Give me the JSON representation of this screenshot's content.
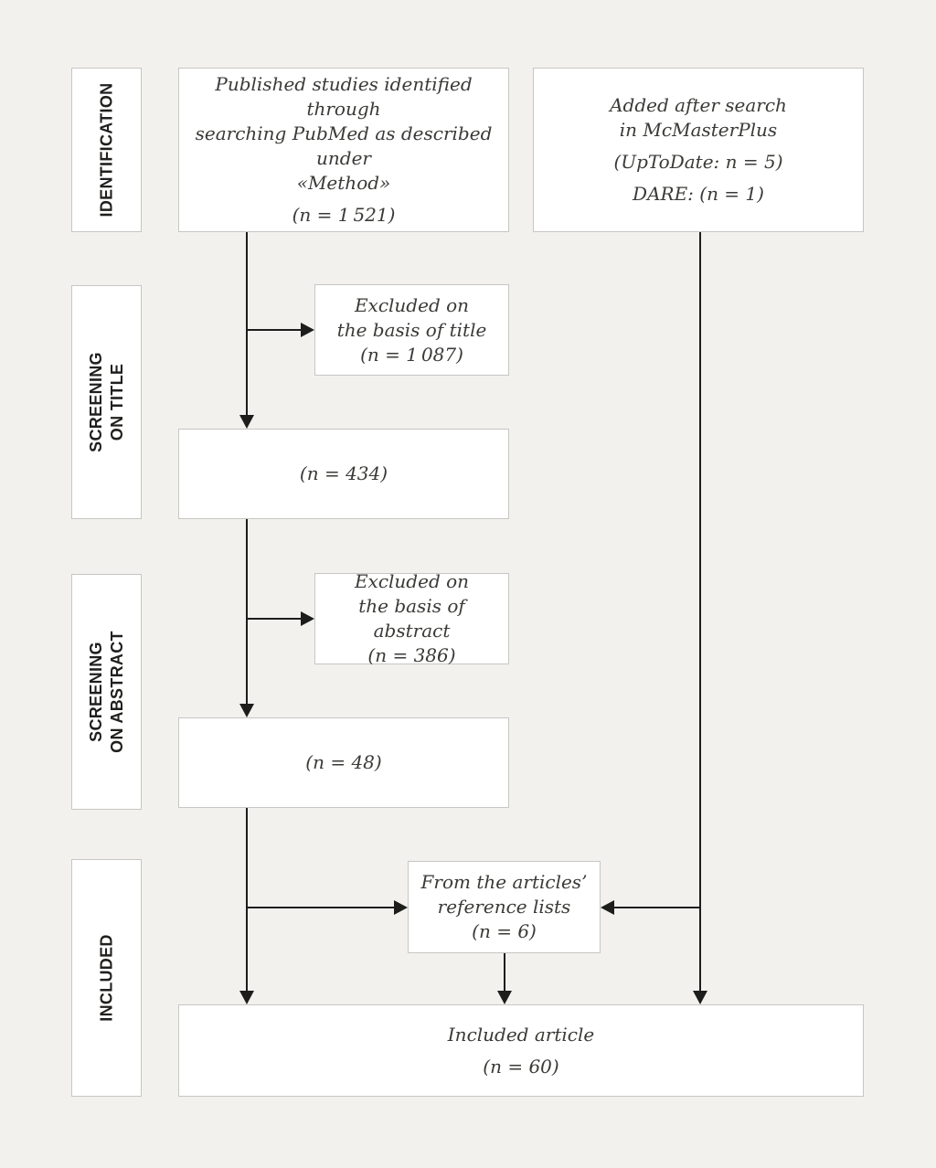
{
  "colors": {
    "background": "#f2f1ee",
    "box_fill": "#ffffff",
    "box_border": "#c7c6c3",
    "line": "#1d1d1b",
    "text": "#3b3a37",
    "stage_text": "#201f1d"
  },
  "stages": [
    {
      "label": "IDENTIFICATION"
    },
    {
      "label": "SCREENING\nON TITLE"
    },
    {
      "label": "SCREENING\nON ABSTRACT"
    },
    {
      "label": "INCLUDED"
    }
  ],
  "boxes": {
    "pubmed": {
      "text": "Published studies identified through\nsearching PubMed as described under\n«Method»",
      "count": "(n = 1 521)"
    },
    "mcmaster": {
      "text": "Added after search\nin McMasterPlus",
      "uptodate": "(UpToDate: n = 5)",
      "dare": "DARE: (n = 1)"
    },
    "excluded_title": {
      "text": "Excluded on\nthe basis of title",
      "count": "(n = 1 087)"
    },
    "after_title": {
      "count": "(n = 434)"
    },
    "excluded_abstract": {
      "text": "Excluded on\nthe basis of abstract",
      "count": "(n = 386)"
    },
    "after_abstract": {
      "count": "(n = 48)"
    },
    "references": {
      "text": "From the articles’\nreference lists",
      "count": "(n = 6)"
    },
    "included": {
      "title": "Included article",
      "count": "(n = 60)"
    }
  }
}
